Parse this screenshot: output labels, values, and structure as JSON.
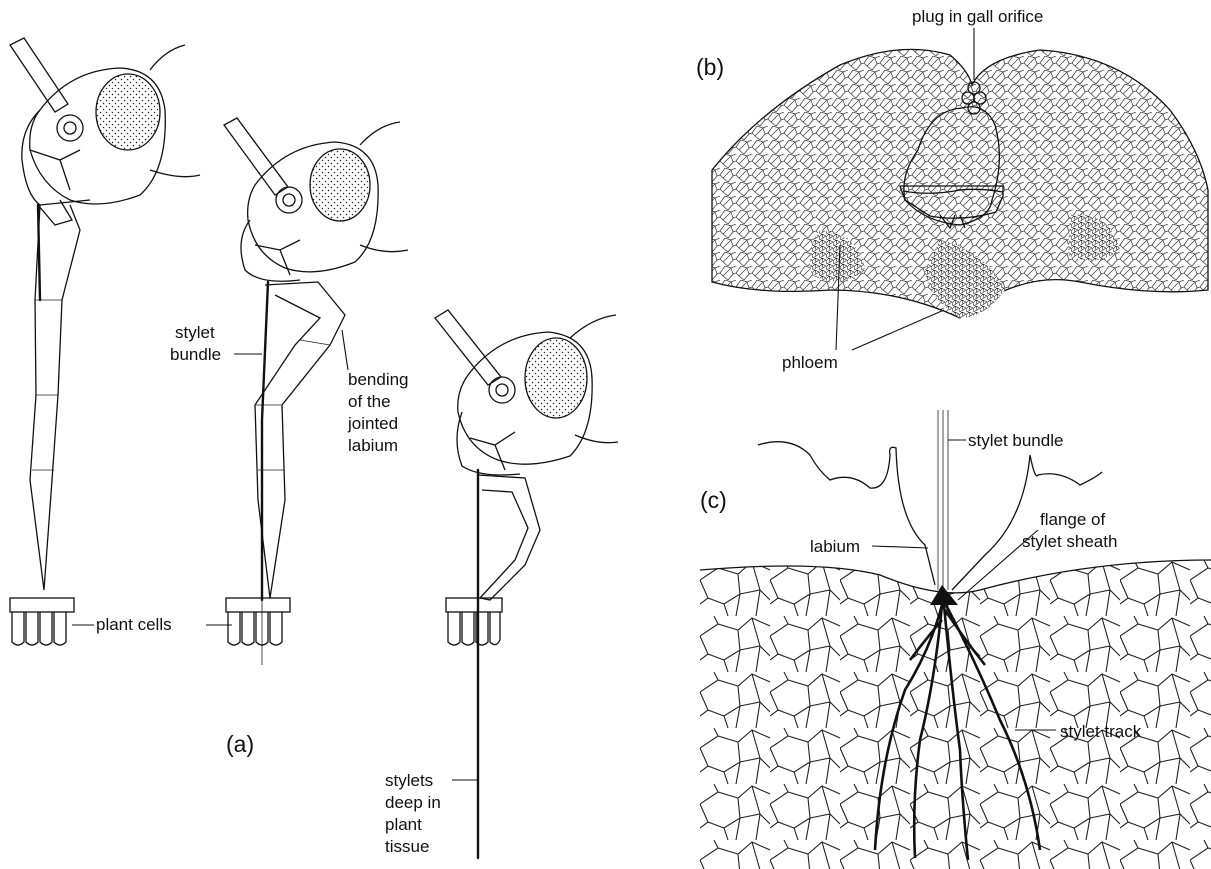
{
  "panels": {
    "a": "(a)",
    "b": "(b)",
    "c": "(c)"
  },
  "labels_a": {
    "plant_cells": "plant cells",
    "stylet_bundle_1": "stylet",
    "stylet_bundle_2": "bundle",
    "bending_1": "bending",
    "bending_2": "of the",
    "bending_3": "jointed",
    "bending_4": "labium",
    "deep_1": "stylets",
    "deep_2": "deep in",
    "deep_3": "plant",
    "deep_4": "tissue"
  },
  "labels_b": {
    "plug": "plug in gall orifice",
    "phloem": "phloem"
  },
  "labels_c": {
    "stylet_bundle": "stylet bundle",
    "flange_1": "flange of",
    "flange_2": "stylet sheath",
    "labium": "labium",
    "stylet_track": "stylet track"
  }
}
